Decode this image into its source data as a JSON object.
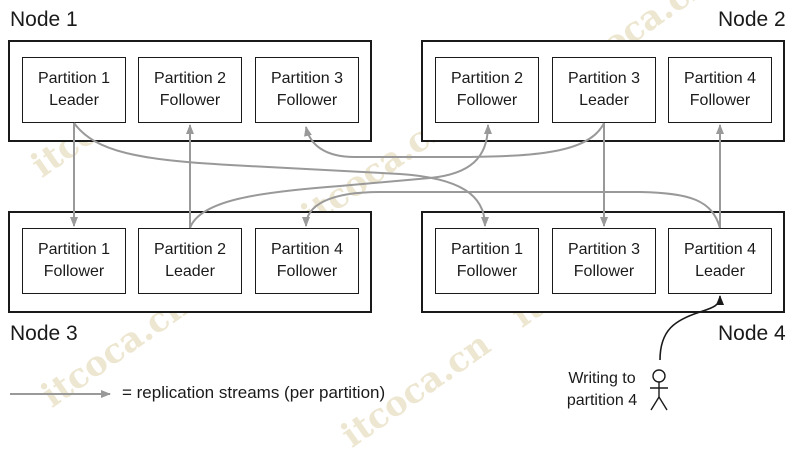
{
  "nodes": [
    {
      "label": "Node 1",
      "partitions": [
        {
          "name": "Partition 1",
          "role": "Leader"
        },
        {
          "name": "Partition 2",
          "role": "Follower"
        },
        {
          "name": "Partition 3",
          "role": "Follower"
        }
      ]
    },
    {
      "label": "Node 2",
      "partitions": [
        {
          "name": "Partition 2",
          "role": "Follower"
        },
        {
          "name": "Partition 3",
          "role": "Leader"
        },
        {
          "name": "Partition 4",
          "role": "Follower"
        }
      ]
    },
    {
      "label": "Node 3",
      "partitions": [
        {
          "name": "Partition 1",
          "role": "Follower"
        },
        {
          "name": "Partition 2",
          "role": "Leader"
        },
        {
          "name": "Partition 4",
          "role": "Follower"
        }
      ]
    },
    {
      "label": "Node 4",
      "partitions": [
        {
          "name": "Partition 1",
          "role": "Follower"
        },
        {
          "name": "Partition 3",
          "role": "Follower"
        },
        {
          "name": "Partition 4",
          "role": "Leader"
        }
      ]
    }
  ],
  "client": {
    "line1": "Writing to",
    "line2": "partition 4"
  },
  "legend": {
    "text": "= replication streams (per partition)"
  },
  "watermark": {
    "text": "itcoca.cn"
  },
  "colors": {
    "arrow": "#999999",
    "border": "#1a1a1a"
  }
}
